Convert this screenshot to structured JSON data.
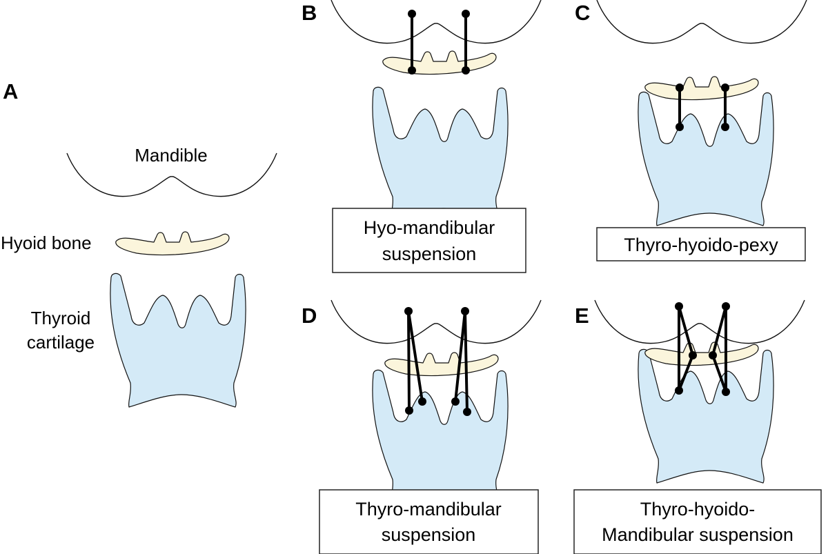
{
  "colors": {
    "hyoid_fill": "#FBF5DC",
    "thyroid_fill": "#D4EAF7",
    "outline": "#111111",
    "suture": "#000000"
  },
  "panels": [
    {
      "id": "A",
      "letter": "A",
      "labels": {
        "mandible": "Mandible",
        "hyoid": "Hyoid bone",
        "thyroid_line1": "Thyroid",
        "thyroid_line2": "cartilage"
      }
    },
    {
      "id": "B",
      "letter": "B",
      "caption_line1": "Hyo-mandibular",
      "caption_line2": "suspension"
    },
    {
      "id": "C",
      "letter": "C",
      "caption_line1": "Thyro-hyoido-pexy"
    },
    {
      "id": "D",
      "letter": "D",
      "caption_line1": "Thyro-mandibular",
      "caption_line2": "suspension"
    },
    {
      "id": "E",
      "letter": "E",
      "caption_line1": "Thyro-hyoido-",
      "caption_line2": "Mandibular suspension"
    }
  ]
}
